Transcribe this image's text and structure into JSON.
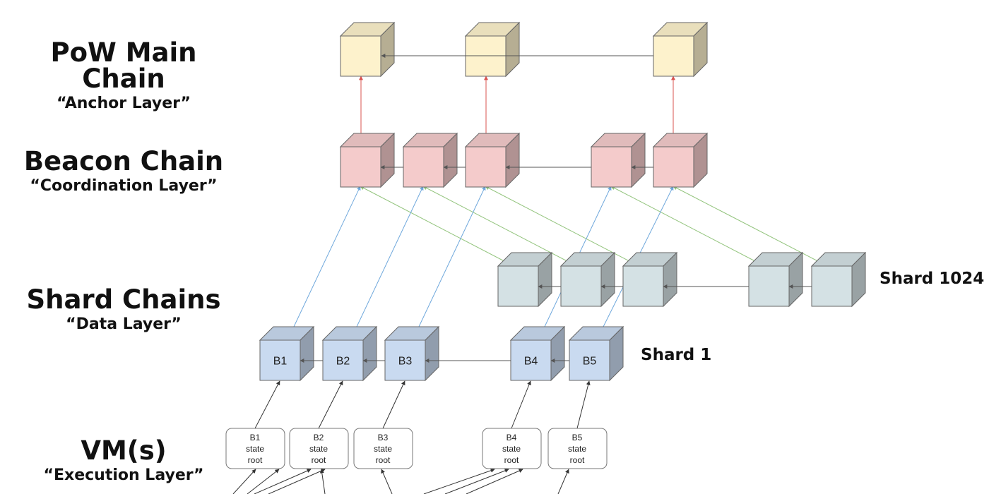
{
  "layers": [
    {
      "title": "PoW Main Chain",
      "subtitle": "“Anchor Layer”"
    },
    {
      "title": "Beacon Chain",
      "subtitle": "“Coordination Layer”"
    },
    {
      "title": "Shard Chains",
      "subtitle": "“Data Layer”"
    },
    {
      "title": "VM(s)",
      "subtitle": "“Execution Layer”"
    }
  ],
  "shards": {
    "top_label": "Shard 1024",
    "bottom_label": "Shard 1",
    "bottom_blocks": [
      "B1",
      "B2",
      "B3",
      "B4",
      "B5"
    ]
  },
  "state_roots": [
    [
      "B1",
      "state",
      "root"
    ],
    [
      "B2",
      "state",
      "root"
    ],
    [
      "B3",
      "state",
      "root"
    ],
    [
      "B4",
      "state",
      "root"
    ],
    [
      "B5",
      "state",
      "root"
    ]
  ],
  "colors": {
    "pow": "#fdf2cc",
    "beacon": "#f4cbcb",
    "shard_top": "#d4e1e4",
    "shard_bottom": "#c9daf0",
    "link_pow": "#d9534f",
    "link_blue": "#6fa8dc",
    "link_green": "#93c47d",
    "chain_arrow": "#555555"
  }
}
